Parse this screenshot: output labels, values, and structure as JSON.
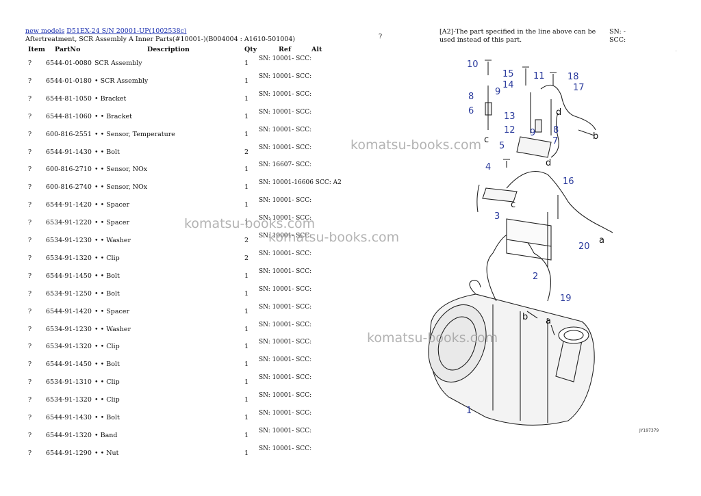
{
  "header": {
    "link1": "new models",
    "link2": "D51EX-24 S/N 20001-UP(1002538c)",
    "title": "Aftertreatment, SCR Assembly A Inner Parts(#10001-)(B004004 : A1610-501004)"
  },
  "columns": {
    "item": "Item",
    "partno": "PartNo",
    "description": "Description",
    "qty": "Qty",
    "ref": "Ref",
    "alt": "Alt"
  },
  "rows": [
    {
      "item": "?",
      "partno": "6544-01-0080",
      "desc": "SCR Assembly",
      "qty": "1",
      "ref": "SN: 10001-\nSCC:"
    },
    {
      "item": "?",
      "partno": "6544-01-0180",
      "desc": "• SCR Assembly",
      "qty": "1",
      "ref": "SN: 10001-\nSCC:"
    },
    {
      "item": "?",
      "partno": "6544-81-1050",
      "desc": "• Bracket",
      "qty": "1",
      "ref": "SN: 10001-\nSCC:"
    },
    {
      "item": "?",
      "partno": "6544-81-1060",
      "desc": "• • Bracket",
      "qty": "1",
      "ref": "SN: 10001-\nSCC:"
    },
    {
      "item": "?",
      "partno": "600-816-2551",
      "desc": "• • Sensor, Temperature",
      "qty": "1",
      "ref": "SN: 10001-\nSCC:"
    },
    {
      "item": "?",
      "partno": "6544-91-1430",
      "desc": "• • Bolt",
      "qty": "2",
      "ref": "SN: 10001-\nSCC:"
    },
    {
      "item": "?",
      "partno": "600-816-2710",
      "desc": "• • Sensor, NOx",
      "qty": "1",
      "ref": "SN: 16607-\nSCC:"
    },
    {
      "item": "?",
      "partno": "600-816-2740",
      "desc": "• • Sensor, NOx",
      "qty": "1",
      "ref": "SN: 10001-16606\nSCC: A2"
    },
    {
      "item": "?",
      "partno": "6544-91-1420",
      "desc": "• • Spacer",
      "qty": "1",
      "ref": "SN: 10001-\nSCC:"
    },
    {
      "item": "?",
      "partno": "6534-91-1220",
      "desc": "• • Spacer",
      "qty": "1",
      "ref": "SN: 10001-\nSCC:"
    },
    {
      "item": "?",
      "partno": "6534-91-1230",
      "desc": "• • Washer",
      "qty": "2",
      "ref": "SN: 10001-\nSCC:"
    },
    {
      "item": "?",
      "partno": "6534-91-1320",
      "desc": "• • Clip",
      "qty": "2",
      "ref": "SN: 10001-\nSCC:"
    },
    {
      "item": "?",
      "partno": "6544-91-1450",
      "desc": "• • Bolt",
      "qty": "1",
      "ref": "SN: 10001-\nSCC:"
    },
    {
      "item": "?",
      "partno": "6534-91-1250",
      "desc": "• • Bolt",
      "qty": "1",
      "ref": "SN: 10001-\nSCC:"
    },
    {
      "item": "?",
      "partno": "6544-91-1420",
      "desc": "• • Spacer",
      "qty": "1",
      "ref": "SN: 10001-\nSCC:"
    },
    {
      "item": "?",
      "partno": "6534-91-1230",
      "desc": "• • Washer",
      "qty": "1",
      "ref": "SN: 10001-\nSCC:"
    },
    {
      "item": "?",
      "partno": "6534-91-1320",
      "desc": "• • Clip",
      "qty": "1",
      "ref": "SN: 10001-\nSCC:"
    },
    {
      "item": "?",
      "partno": "6544-91-1450",
      "desc": "• • Bolt",
      "qty": "1",
      "ref": "SN: 10001-\nSCC:"
    },
    {
      "item": "?",
      "partno": "6534-91-1310",
      "desc": "• • Clip",
      "qty": "1",
      "ref": "SN: 10001-\nSCC:"
    },
    {
      "item": "?",
      "partno": "6534-91-1320",
      "desc": "• • Clip",
      "qty": "1",
      "ref": "SN: 10001-\nSCC:"
    },
    {
      "item": "?",
      "partno": "6544-91-1430",
      "desc": "• • Bolt",
      "qty": "1",
      "ref": "SN: 10001-\nSCC:"
    },
    {
      "item": "?",
      "partno": "6544-91-1320",
      "desc": "• Band",
      "qty": "1",
      "ref": "SN: 10001-\nSCC:"
    },
    {
      "item": "?",
      "partno": "6544-91-1290",
      "desc": "• • Nut",
      "qty": "1",
      "ref": "SN: 10001-\nSCC:"
    }
  ],
  "side": {
    "question": "?",
    "note_line1": "[A2]-The part specified in the line above can be",
    "note_line2": "used instead of this part.",
    "sn": "SN: -\nSCC:"
  },
  "watermark": "komatsu-books.com",
  "diagram": {
    "callouts": [
      "10",
      "15",
      "11",
      "18",
      "14",
      "9",
      "17",
      "8",
      "6",
      "13",
      "8",
      "12",
      "9",
      "7",
      "5",
      "4",
      "16",
      "3",
      "20",
      "2",
      "19",
      "1"
    ],
    "letters": [
      "c",
      "b",
      "d",
      "c",
      "a",
      "b",
      "a",
      "d"
    ],
    "drawing_code": "JY197379"
  }
}
